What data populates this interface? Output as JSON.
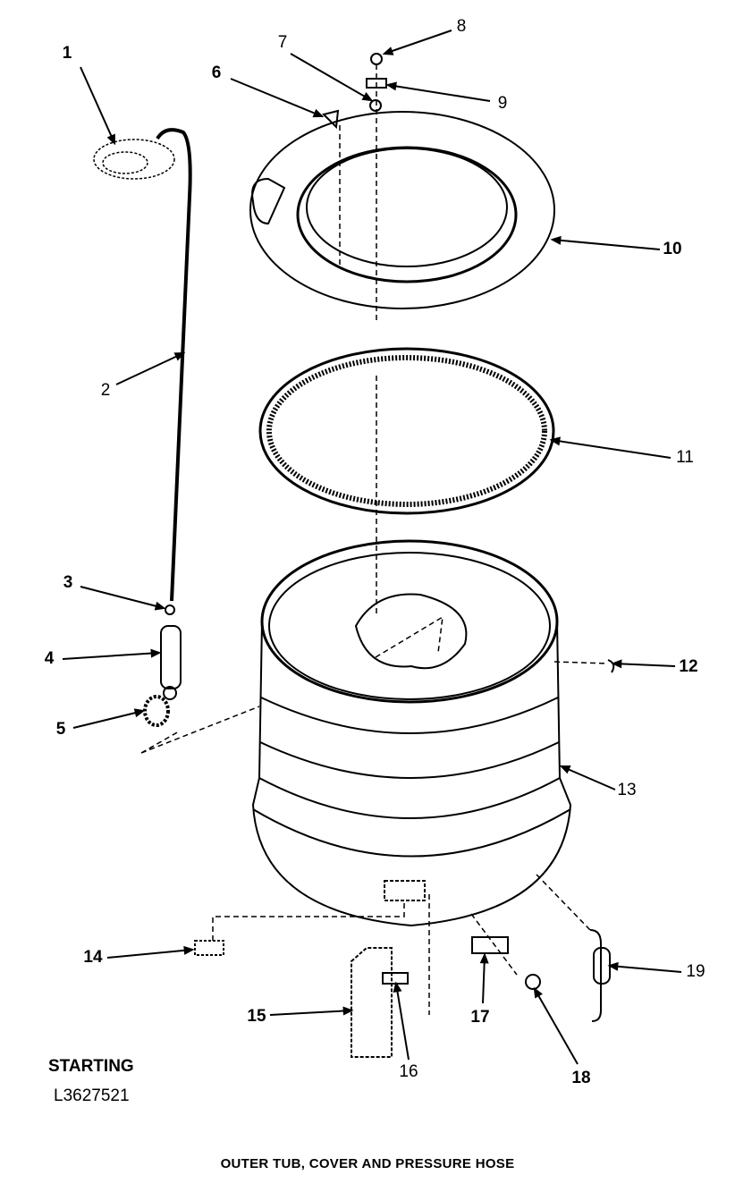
{
  "callouts": [
    "1",
    "2",
    "3",
    "4",
    "5",
    "6",
    "7",
    "8",
    "9",
    "10",
    "11",
    "12",
    "13",
    "14",
    "15",
    "16",
    "17",
    "18",
    "19"
  ],
  "starting_label": "STARTING",
  "serial_number": "L3627521",
  "diagram_title": "OUTER TUB, COVER AND PRESSURE HOSE"
}
